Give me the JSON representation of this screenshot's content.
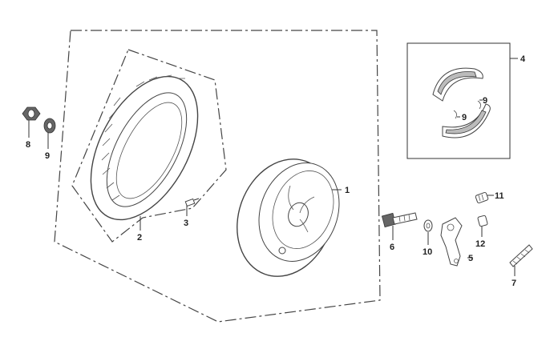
{
  "labels": {
    "p1": "1",
    "p2": "2",
    "p3": "3",
    "p4": "4",
    "p5": "5",
    "p6": "6",
    "p7": "7",
    "p8": "8",
    "p9a": "9",
    "p9b": "9",
    "p9c": "9",
    "p10": "10",
    "p11": "11",
    "p12": "12"
  },
  "colors": {
    "line": "#333333",
    "background": "#ffffff"
  }
}
